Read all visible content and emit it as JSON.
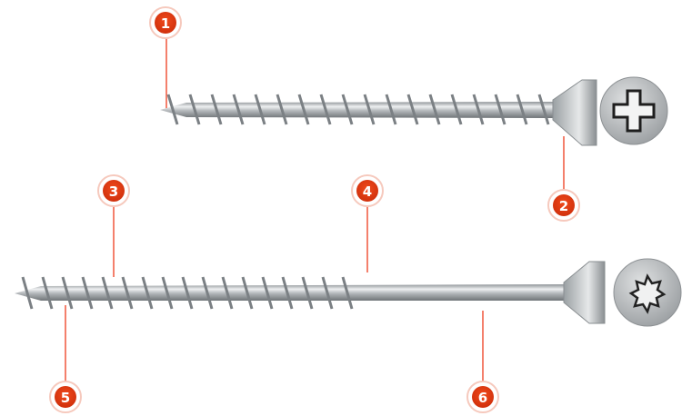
{
  "colors": {
    "callout": "#e43a12",
    "line": "#f0553a",
    "steel": "#b9bdc0"
  },
  "callouts": [
    {
      "label": "1",
      "target": "screw-tip-top"
    },
    {
      "label": "2",
      "target": "head-underside-top"
    },
    {
      "label": "3",
      "target": "thread-bottom"
    },
    {
      "label": "4",
      "target": "thread-end-bottom"
    },
    {
      "label": "5",
      "target": "screw-tip-bottom"
    },
    {
      "label": "6",
      "target": "shank-bottom"
    }
  ],
  "icons": {
    "top_head": "pozidriv-recess-icon",
    "bottom_head": "torx-recess-icon"
  }
}
